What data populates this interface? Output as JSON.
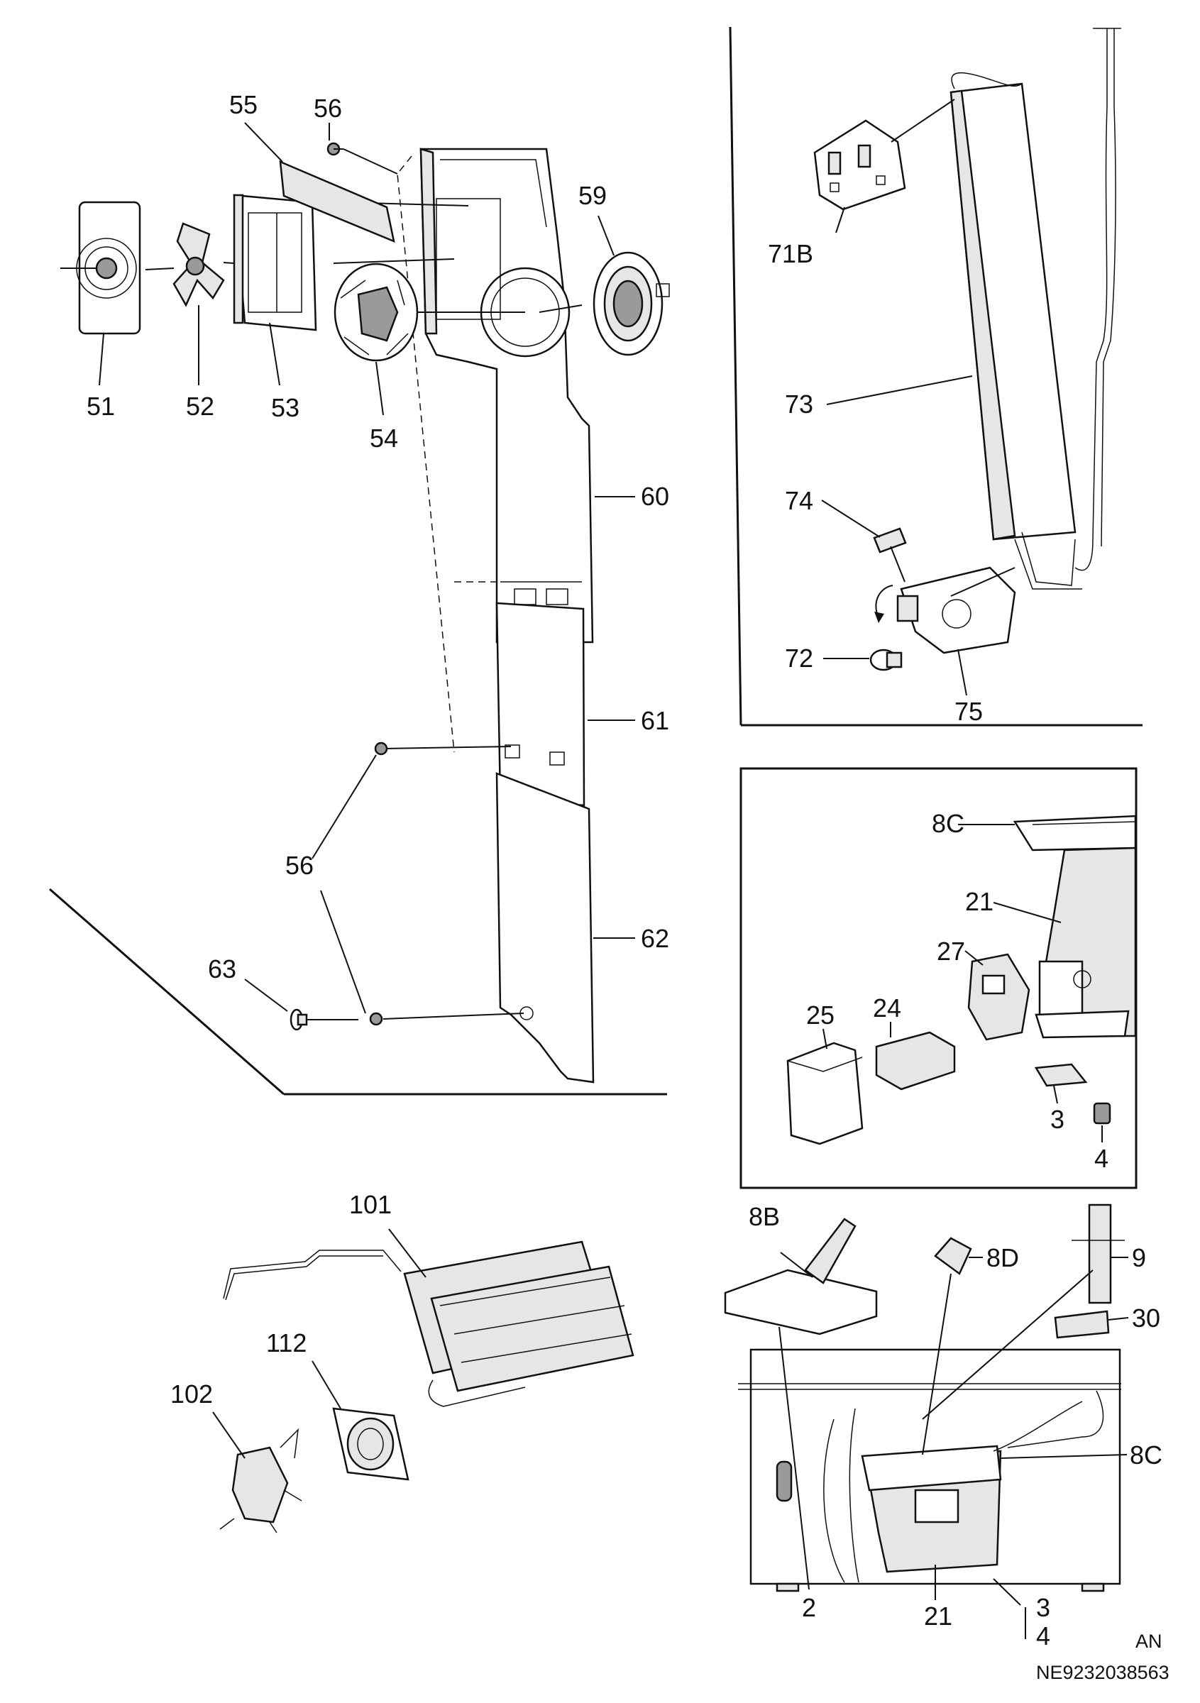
{
  "diagram": {
    "labels": {
      "p51": "51",
      "p52": "52",
      "p53": "53",
      "p54": "54",
      "p55": "55",
      "p56_top": "56",
      "p56_mid": "56",
      "p59": "59",
      "p60": "60",
      "p61": "61",
      "p62": "62",
      "p63": "63",
      "p71b": "71B",
      "p72": "72",
      "p73": "73",
      "p74": "74",
      "p75": "75",
      "p8c_box": "8C",
      "p21_box": "21",
      "p27": "27",
      "p25": "25",
      "p24": "24",
      "p3_box": "3",
      "p4_box": "4",
      "p101": "101",
      "p112": "112",
      "p102": "102",
      "p8b": "8B",
      "p8d": "8D",
      "p9": "9",
      "p30": "30",
      "p8c_bottom": "8C",
      "p2": "2",
      "p21_bottom": "21",
      "p3_bottom": "3",
      "p4_bottom": "4"
    },
    "footer": {
      "an": "AN",
      "code": "NE9232038563"
    }
  }
}
